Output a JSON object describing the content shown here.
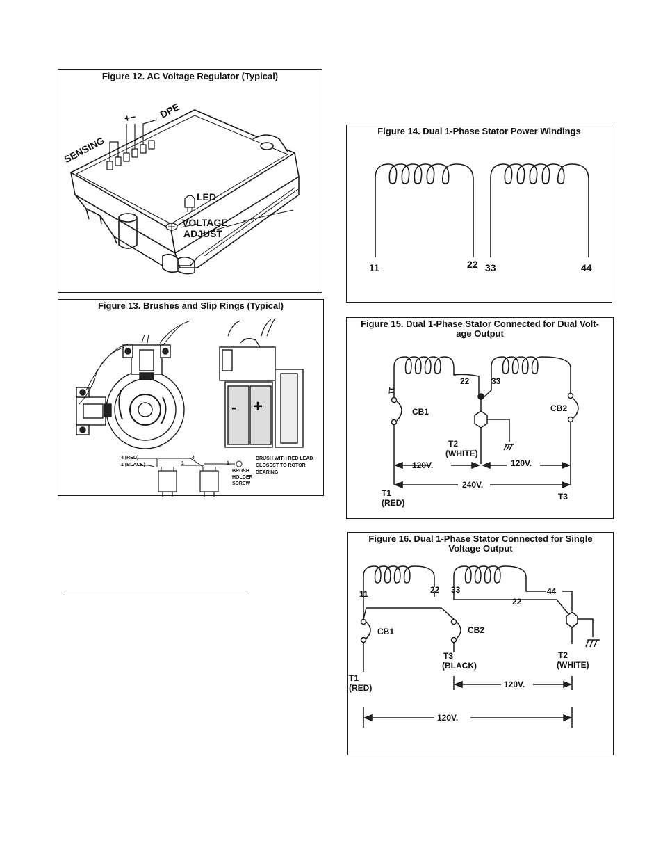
{
  "fig12": {
    "title": "Figure 12. AC Voltage Regulator (Typical)",
    "labels": {
      "sensing": "SENSING",
      "plus_minus": "+−",
      "dpe": "DPE",
      "led": "LED",
      "voltage": "VOLTAGE",
      "adjust": "ADJUST"
    }
  },
  "fig13": {
    "title": "Figure 13.  Brushes and Slip Rings (Typical)",
    "labels": {
      "minus": "-",
      "plus": "+",
      "red_lead": "4 (RED)",
      "black_lead": "1  (BLACK)",
      "wire_4": "4",
      "wire_1a": "1",
      "wire_1b": "1",
      "brush_holder_screw": "BRUSH HOLDER SCREW",
      "brush_note": "BRUSH WITH RED LEAD CLOSEST TO ROTOR BEARING"
    }
  },
  "fig14": {
    "title": "Figure 14. Dual 1-Phase Stator Power Windings",
    "labels": {
      "t11": "11",
      "t22": "22",
      "t33": "33",
      "t44": "44"
    }
  },
  "fig15": {
    "title_line1": "Figure 15. Dual 1-Phase Stator Connected for Dual Volt-",
    "title_line2": "age Output",
    "labels": {
      "t11": "11",
      "t22": "22",
      "t33": "33",
      "cb1": "CB1",
      "cb2": "CB2",
      "t2": "T2",
      "white": "(WHITE)",
      "v120_left": "120V.",
      "v120_right": "120V.",
      "v240": "240V.",
      "t1": "T1",
      "red": "(RED)",
      "t3": "T3"
    }
  },
  "fig16": {
    "title_line1": "Figure 16. Dual 1-Phase Stator Connected for Single",
    "title_line2": "Voltage Output",
    "labels": {
      "t11": "11",
      "t22": "22",
      "t33": "33",
      "t44": "44",
      "wire22": "22",
      "cb1": "CB1",
      "cb2": "CB2",
      "t3": "T3",
      "black": "(BLACK)",
      "t2": "T2",
      "white": "(WHITE)",
      "t1": "T1",
      "red": "(RED)",
      "v120_top": "120V.",
      "v120_bottom": "120V."
    }
  }
}
